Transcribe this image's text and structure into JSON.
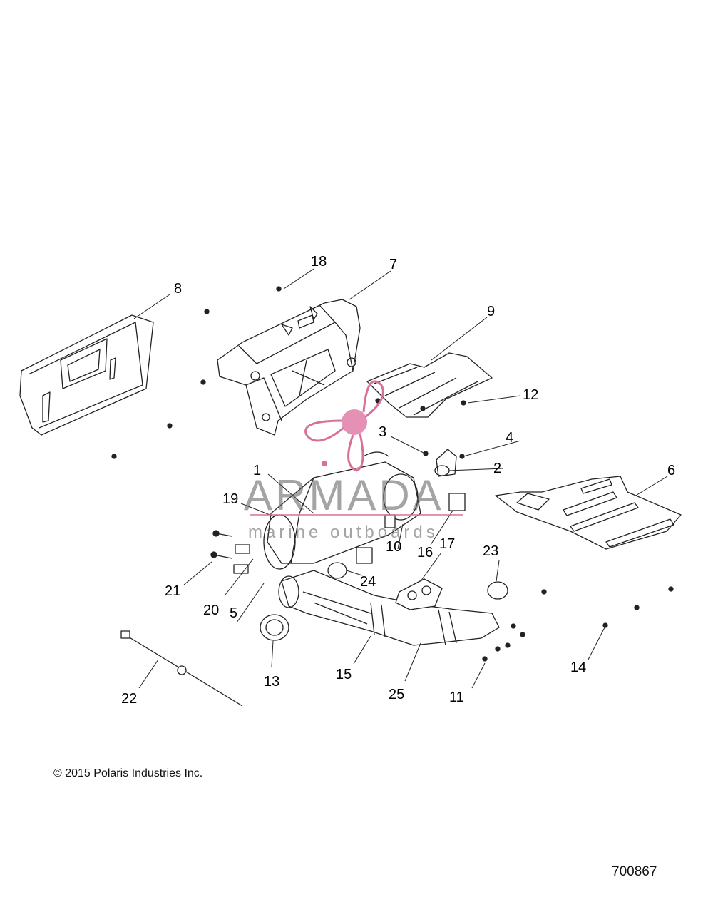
{
  "diagram": {
    "callouts": {
      "c1": "1",
      "c2": "2",
      "c3": "3",
      "c4": "4",
      "c5": "5",
      "c6": "6",
      "c7": "7",
      "c8": "8",
      "c9": "9",
      "c10": "10",
      "c11": "11",
      "c12": "12",
      "c13": "13",
      "c14": "14",
      "c15": "15",
      "c16": "16",
      "c17": "17",
      "c18": "18",
      "c19": "19",
      "c20": "20",
      "c21": "21",
      "c22": "22",
      "c23": "23",
      "c24": "24",
      "c25": "25"
    },
    "copyright": "© 2015 Polaris Industries Inc.",
    "document_number": "700867"
  },
  "watermark": {
    "brand": "ARMADA",
    "tagline": "marine outboards",
    "color": "#d8709a"
  }
}
